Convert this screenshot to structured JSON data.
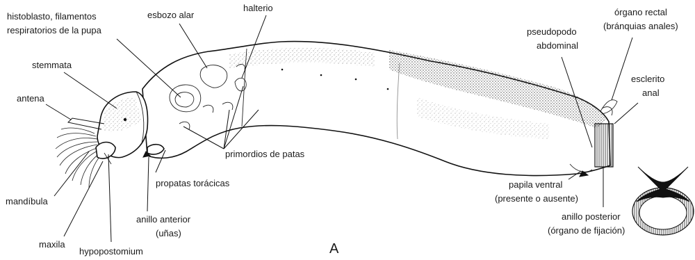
{
  "figure_letter": "A",
  "labels": {
    "histoblasto_1": "histoblasto, filamentos",
    "histoblasto_2": "respiratorios de la pupa",
    "esbozo_alar": "esbozo alar",
    "halterio": "halterio",
    "stemmata": "stemmata",
    "antena": "antena",
    "primordios": "primordios de patas",
    "propatas": "propatas torácicas",
    "anillo_ant_1": "anillo anterior",
    "anillo_ant_2": "(uñas)",
    "mandibula": "mandíbula",
    "maxila": "maxila",
    "hypostomium": "hypopostomium",
    "pseudopodo_1": "pseudopodo",
    "pseudopodo_2": "abdominal",
    "organo_rectal_1": "órgano rectal",
    "organo_rectal_2": "(bránquias anales)",
    "esclerito_1": "esclerito",
    "esclerito_2": "anal",
    "papila_1": "papila ventral",
    "papila_2": "(presente o ausente)",
    "anillo_post_1": "anillo posterior",
    "anillo_post_2": "(órgano de fijación)"
  }
}
